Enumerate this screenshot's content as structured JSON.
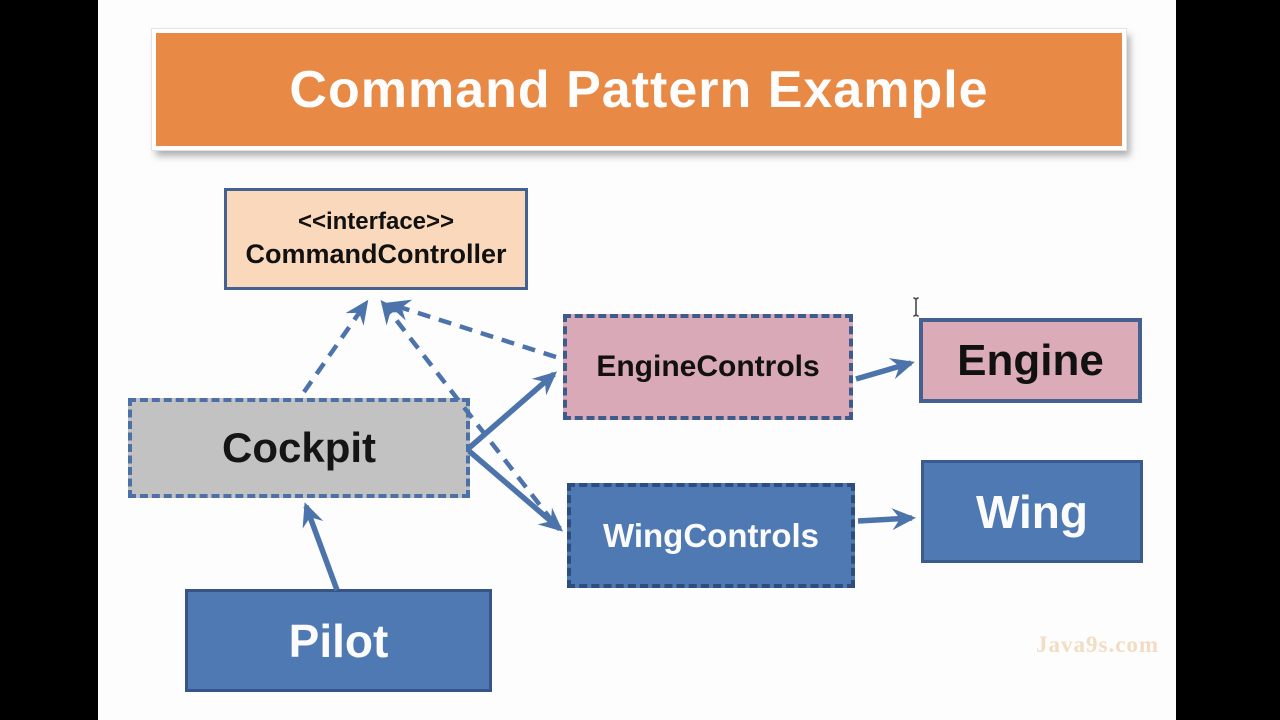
{
  "banner": {
    "title": "Command Pattern Example"
  },
  "watermark": "Java9s.com",
  "colors": {
    "letterbox": "#000000",
    "stage_background": "#FDFDFD",
    "banner_fill": "#E88A45",
    "banner_text": "#FDFDFD",
    "arrow": "#4C74AB"
  },
  "nodes": {
    "interface": {
      "stereotype": "<<interface>>",
      "name": "CommandController",
      "fill": "#F9D8BB",
      "border": "#44618F"
    },
    "cockpit": {
      "label": "Cockpit",
      "fill": "#C2C2C2",
      "border": "#4C71A6"
    },
    "engine_controls": {
      "label": "EngineControls",
      "fill": "#D9A9B7",
      "border": "#3E5C8B"
    },
    "engine": {
      "label": "Engine",
      "fill": "#DCABB8",
      "border": "#44618F"
    },
    "wing_controls": {
      "label": "WingControls",
      "fill": "#4F79B3",
      "border": "#2E4C7D"
    },
    "wing": {
      "label": "Wing",
      "fill": "#4F79B3",
      "border": "#3A5B8C"
    },
    "pilot": {
      "label": "Pilot",
      "fill": "#4F79B3",
      "border": "#365586"
    }
  },
  "edges": [
    {
      "from": "Pilot",
      "to": "Cockpit",
      "style": "solid"
    },
    {
      "from": "Cockpit",
      "to": "CommandController",
      "style": "dashed"
    },
    {
      "from": "EngineControls",
      "to": "CommandController",
      "style": "dashed"
    },
    {
      "from": "WingControls",
      "to": "CommandController",
      "style": "dashed"
    },
    {
      "from": "Cockpit",
      "to": "EngineControls",
      "style": "solid"
    },
    {
      "from": "Cockpit",
      "to": "WingControls",
      "style": "solid"
    },
    {
      "from": "EngineControls",
      "to": "Engine",
      "style": "solid"
    },
    {
      "from": "WingControls",
      "to": "Wing",
      "style": "solid"
    }
  ]
}
